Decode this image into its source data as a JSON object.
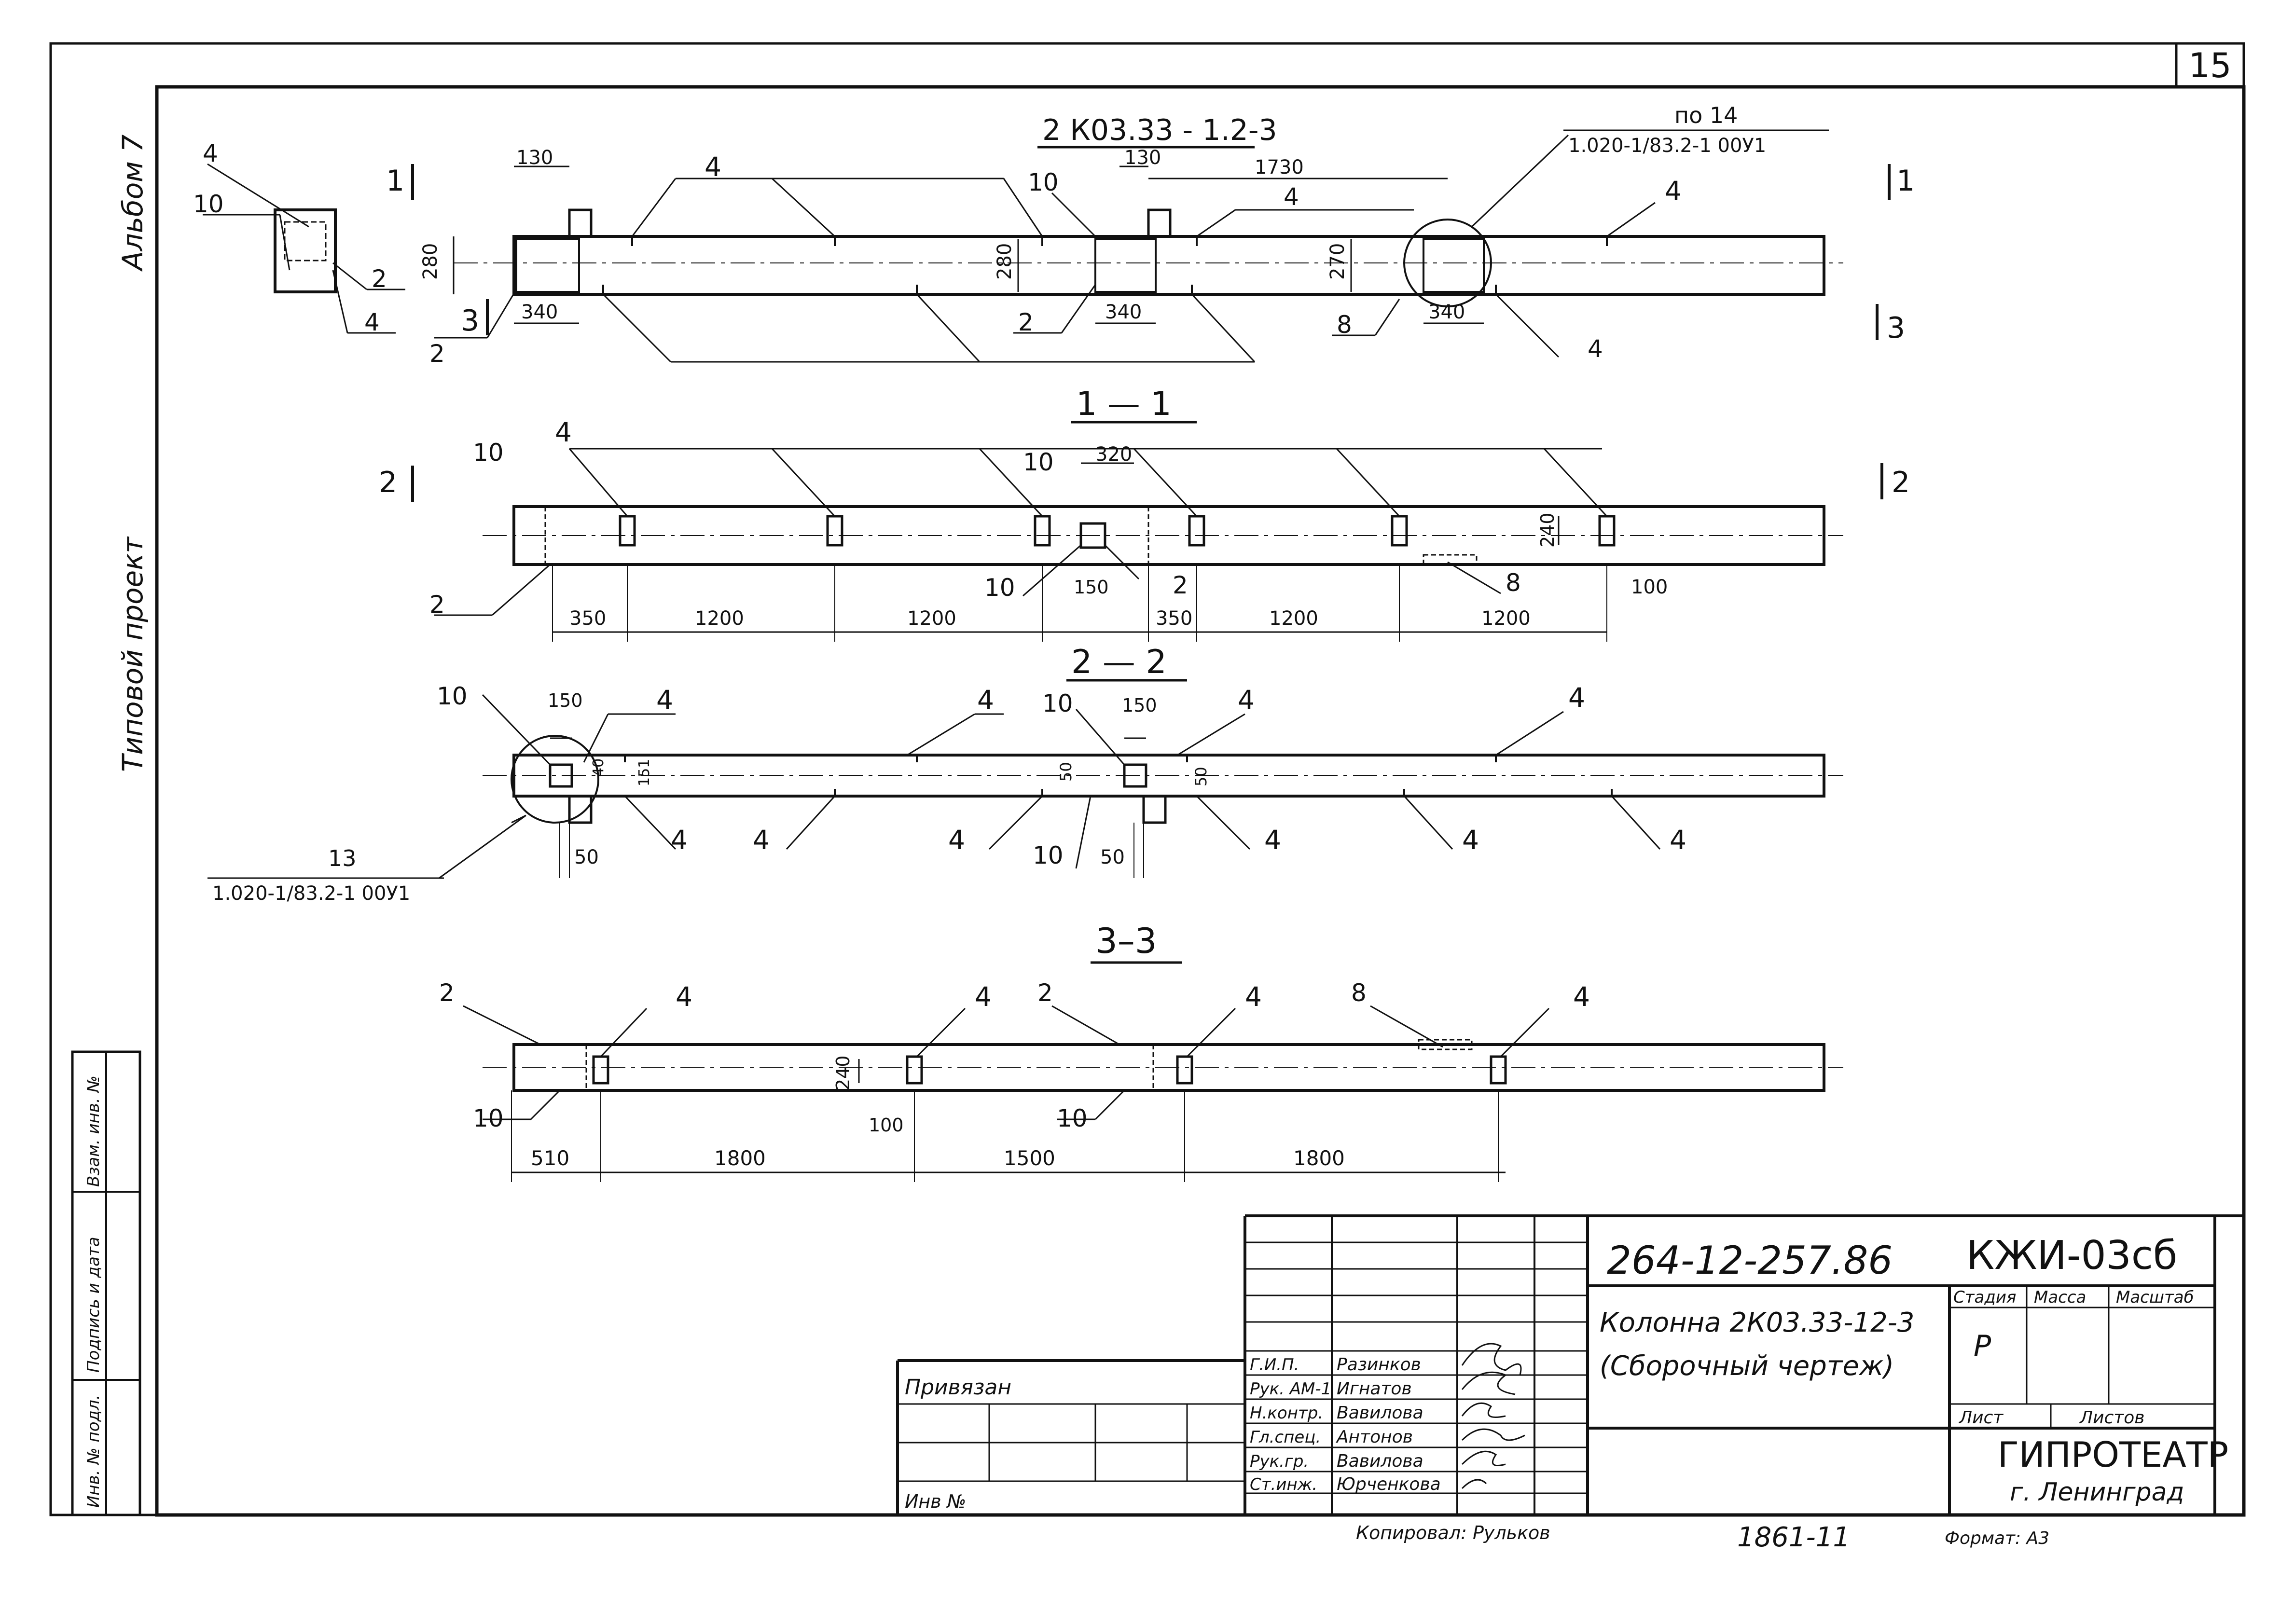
{
  "sheet": {
    "sheet_number": "15",
    "main_title": "2 К03.33 - 1.2-3",
    "ref_top": "по 14",
    "ref_top_doc": "1.020-1/83.2-1 00У1",
    "ref_left": "13",
    "ref_left_doc": "1.020-1/83.2-1 00У1",
    "section_11": "1 — 1",
    "section_22": "2 — 2",
    "section_33": "3–3"
  },
  "margin": {
    "album": "Альбом 7",
    "project": "Типовой проект",
    "stamp_cols": [
      "Инв. № подл.",
      "Подпись и дата",
      "Взам. инв. №"
    ]
  },
  "labels": {
    "n2": "2",
    "n3": "3",
    "n4": "4",
    "n8": "8",
    "n10": "10",
    "n1": "1",
    "d130": "130",
    "d1730": "1730",
    "d280": "280",
    "d340": "340",
    "d270": "270",
    "d320": "320",
    "d150": "150",
    "d240": "240",
    "d100": "100",
    "d350": "350",
    "d1200": "1200",
    "d50": "50",
    "d510": "510",
    "d1800": "1800",
    "d1500": "1500",
    "d151": "151",
    "d40": "40"
  },
  "title_block": {
    "doc_code": "264-12-257.86",
    "mark": "КЖИ-03сб",
    "name_line1": "Колонна 2К03.33-12-3",
    "name_line2": "(Сборочный чертеж)",
    "stage_header": "Стадия",
    "mass_header": "Масса",
    "scale_header": "Масштаб",
    "stage_value": "Р",
    "sheet_label": "Лист",
    "sheets_label": "Листов",
    "org_name": "ГИПРОТЕАТР",
    "org_city": "г. Ленинград",
    "attached": "Привязан",
    "inv_label": "Инв №",
    "roles": [
      "Г.И.П.",
      "Рук. АМ-1",
      "Н.контр.",
      "Гл.спец.",
      "Рук.гр.",
      "Ст.инж."
    ],
    "names": [
      "Разинков",
      "Игнатов",
      "Вавилова",
      "Антонов",
      "Вавилова",
      "Юрченкова"
    ],
    "copied": "Копировал: Рульков",
    "order_no": "1861-11",
    "format": "Формат: А3"
  }
}
